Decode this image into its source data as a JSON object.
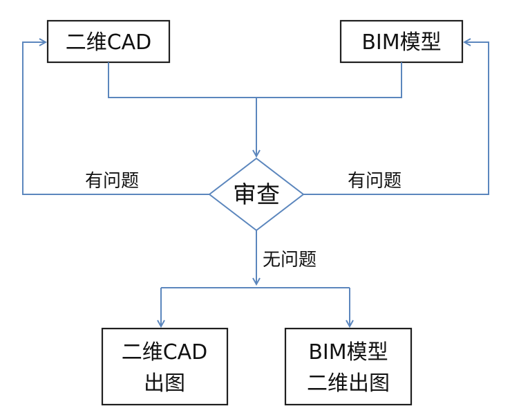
{
  "colors": {
    "line": "#5b86bd",
    "box_border": "#1f1f1f",
    "text": "#111111",
    "background": "#ffffff"
  },
  "nodes": {
    "cad": {
      "label": "二维CAD"
    },
    "bim": {
      "label": "BIM模型"
    },
    "review": {
      "label": "审查"
    },
    "cad_output": {
      "line1": "二维CAD",
      "line2": "出图"
    },
    "bim_output": {
      "line1": "BIM模型",
      "line2": "二维出图"
    }
  },
  "edges": {
    "left_issue": "有问题",
    "right_issue": "有问题",
    "no_issue": "无问题"
  }
}
